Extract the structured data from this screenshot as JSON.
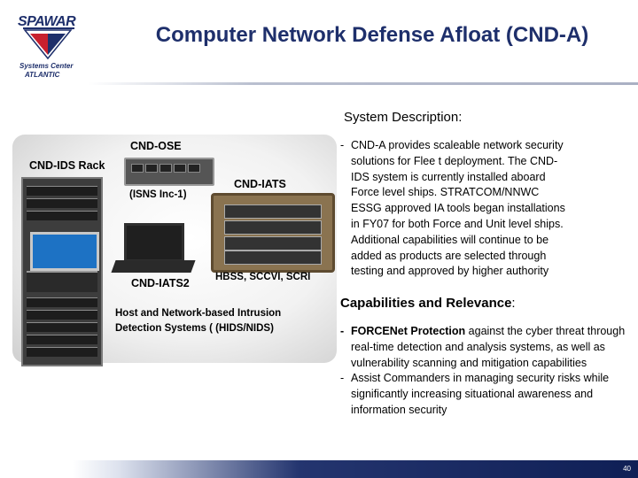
{
  "header": {
    "logo_text": "SPAWAR",
    "logo_sub1": "Systems Center",
    "logo_sub2": "ATLANTIC",
    "title": "Computer Network Defense Afloat (CND-A)"
  },
  "figure": {
    "label_ose": "CND-OSE",
    "label_ids_rack": "CND-IDS Rack",
    "label_isns": "(ISNS Inc-1)",
    "label_iats": "CND-IATS",
    "label_iats2": "CND-IATS2",
    "label_hbss": "HBSS, SCCVI, SCRI",
    "caption_line1": "Host and Network-based Intrusion",
    "caption_line2": "Detection Systems ( (HIDS/NIDS)"
  },
  "description": {
    "heading": "System Description:",
    "dash": "-",
    "lines": [
      "CND-A provides scaleable network security",
      "solutions for Flee t deployment.  The CND-",
      "IDS system is currently installed aboard",
      "Force level ships.  STRATCOM/NNWC",
      "ESSG approved IA tools began installations",
      "in FY07 for both Force and Unit level ships.",
      "Additional capabilities will continue to be",
      "added as products are selected through",
      "testing and approved by higher authority"
    ]
  },
  "capabilities": {
    "heading": "Capabilities and  Relevance",
    "heading_colon": ":",
    "bullet1_mark": "-",
    "bullet1_bold": "FORCENet Protection",
    "bullet1_rest": " against the cyber threat through real-time detection and analysis systems, as well as vulnerability scanning and mitigation capabilities",
    "bullet2_mark": "-",
    "bullet2_text": "Assist Commanders in managing security risks while significantly increasing situational awareness and information security"
  },
  "footer": {
    "page_number": "40"
  },
  "colors": {
    "title": "#1e2f6b",
    "footer_bar": "#0f1f55"
  }
}
